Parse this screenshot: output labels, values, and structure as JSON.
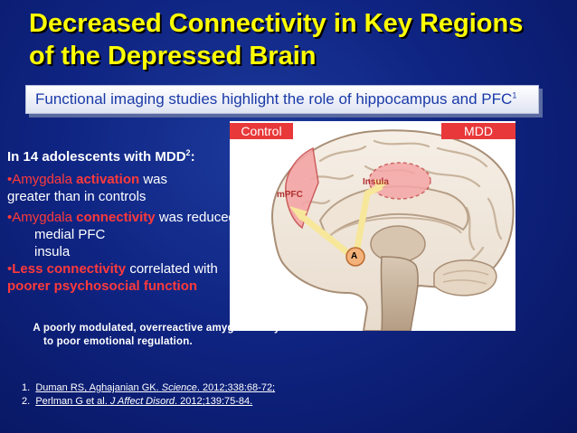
{
  "title": {
    "line1": "Decreased Connectivity in Key Regions",
    "line2": "of the Depressed Brain"
  },
  "subtitle": {
    "text": "Functional imaging studies highlight the role of hippocampus and PFC",
    "sup": "1"
  },
  "tags": {
    "control": "Control",
    "mdd": "MDD"
  },
  "brain_labels": {
    "insula": "Insula",
    "mpfc": "mPFC",
    "amygdala": "A"
  },
  "findings": {
    "heading": "In 14 adolescents with MDD",
    "heading_sup": "2",
    "heading_end": ":",
    "item1_a": "•Amygdala ",
    "item1_b": "activation",
    "item1_c": " was",
    "item1_d": "greater than in controls",
    "item2_a": "•Amygdala ",
    "item2_b": "connectivity",
    "item2_c": " was reduced",
    "sub1": "medial PFC",
    "sub2": "insula",
    "arrow": "",
    "item3_a": "•",
    "item3_b": "Less connectivity",
    "item3_c": " correlated with",
    "item3_d": "poorer psychosocial function"
  },
  "note": {
    "arrow": "",
    "line1": "A poorly modulated, overreactive amygdala may contribute",
    "line2": "to poor emotional regulation."
  },
  "references": [
    {
      "num": "1.",
      "authors": "Duman RS, Aghajanian GK.",
      "journal": "Science",
      "details": ". 2012;338:68-72;"
    },
    {
      "num": "2.",
      "authors": "Perlman G et al.",
      "journal": "J Affect Disord",
      "details": ". 2012;139:75-84."
    }
  ],
  "colors": {
    "background": "#0f2482",
    "title": "#ffff00",
    "accent_red": "#e8383a",
    "subtitle_text": "#1a3aa8",
    "highlight_pink": "#f4a6a6"
  }
}
